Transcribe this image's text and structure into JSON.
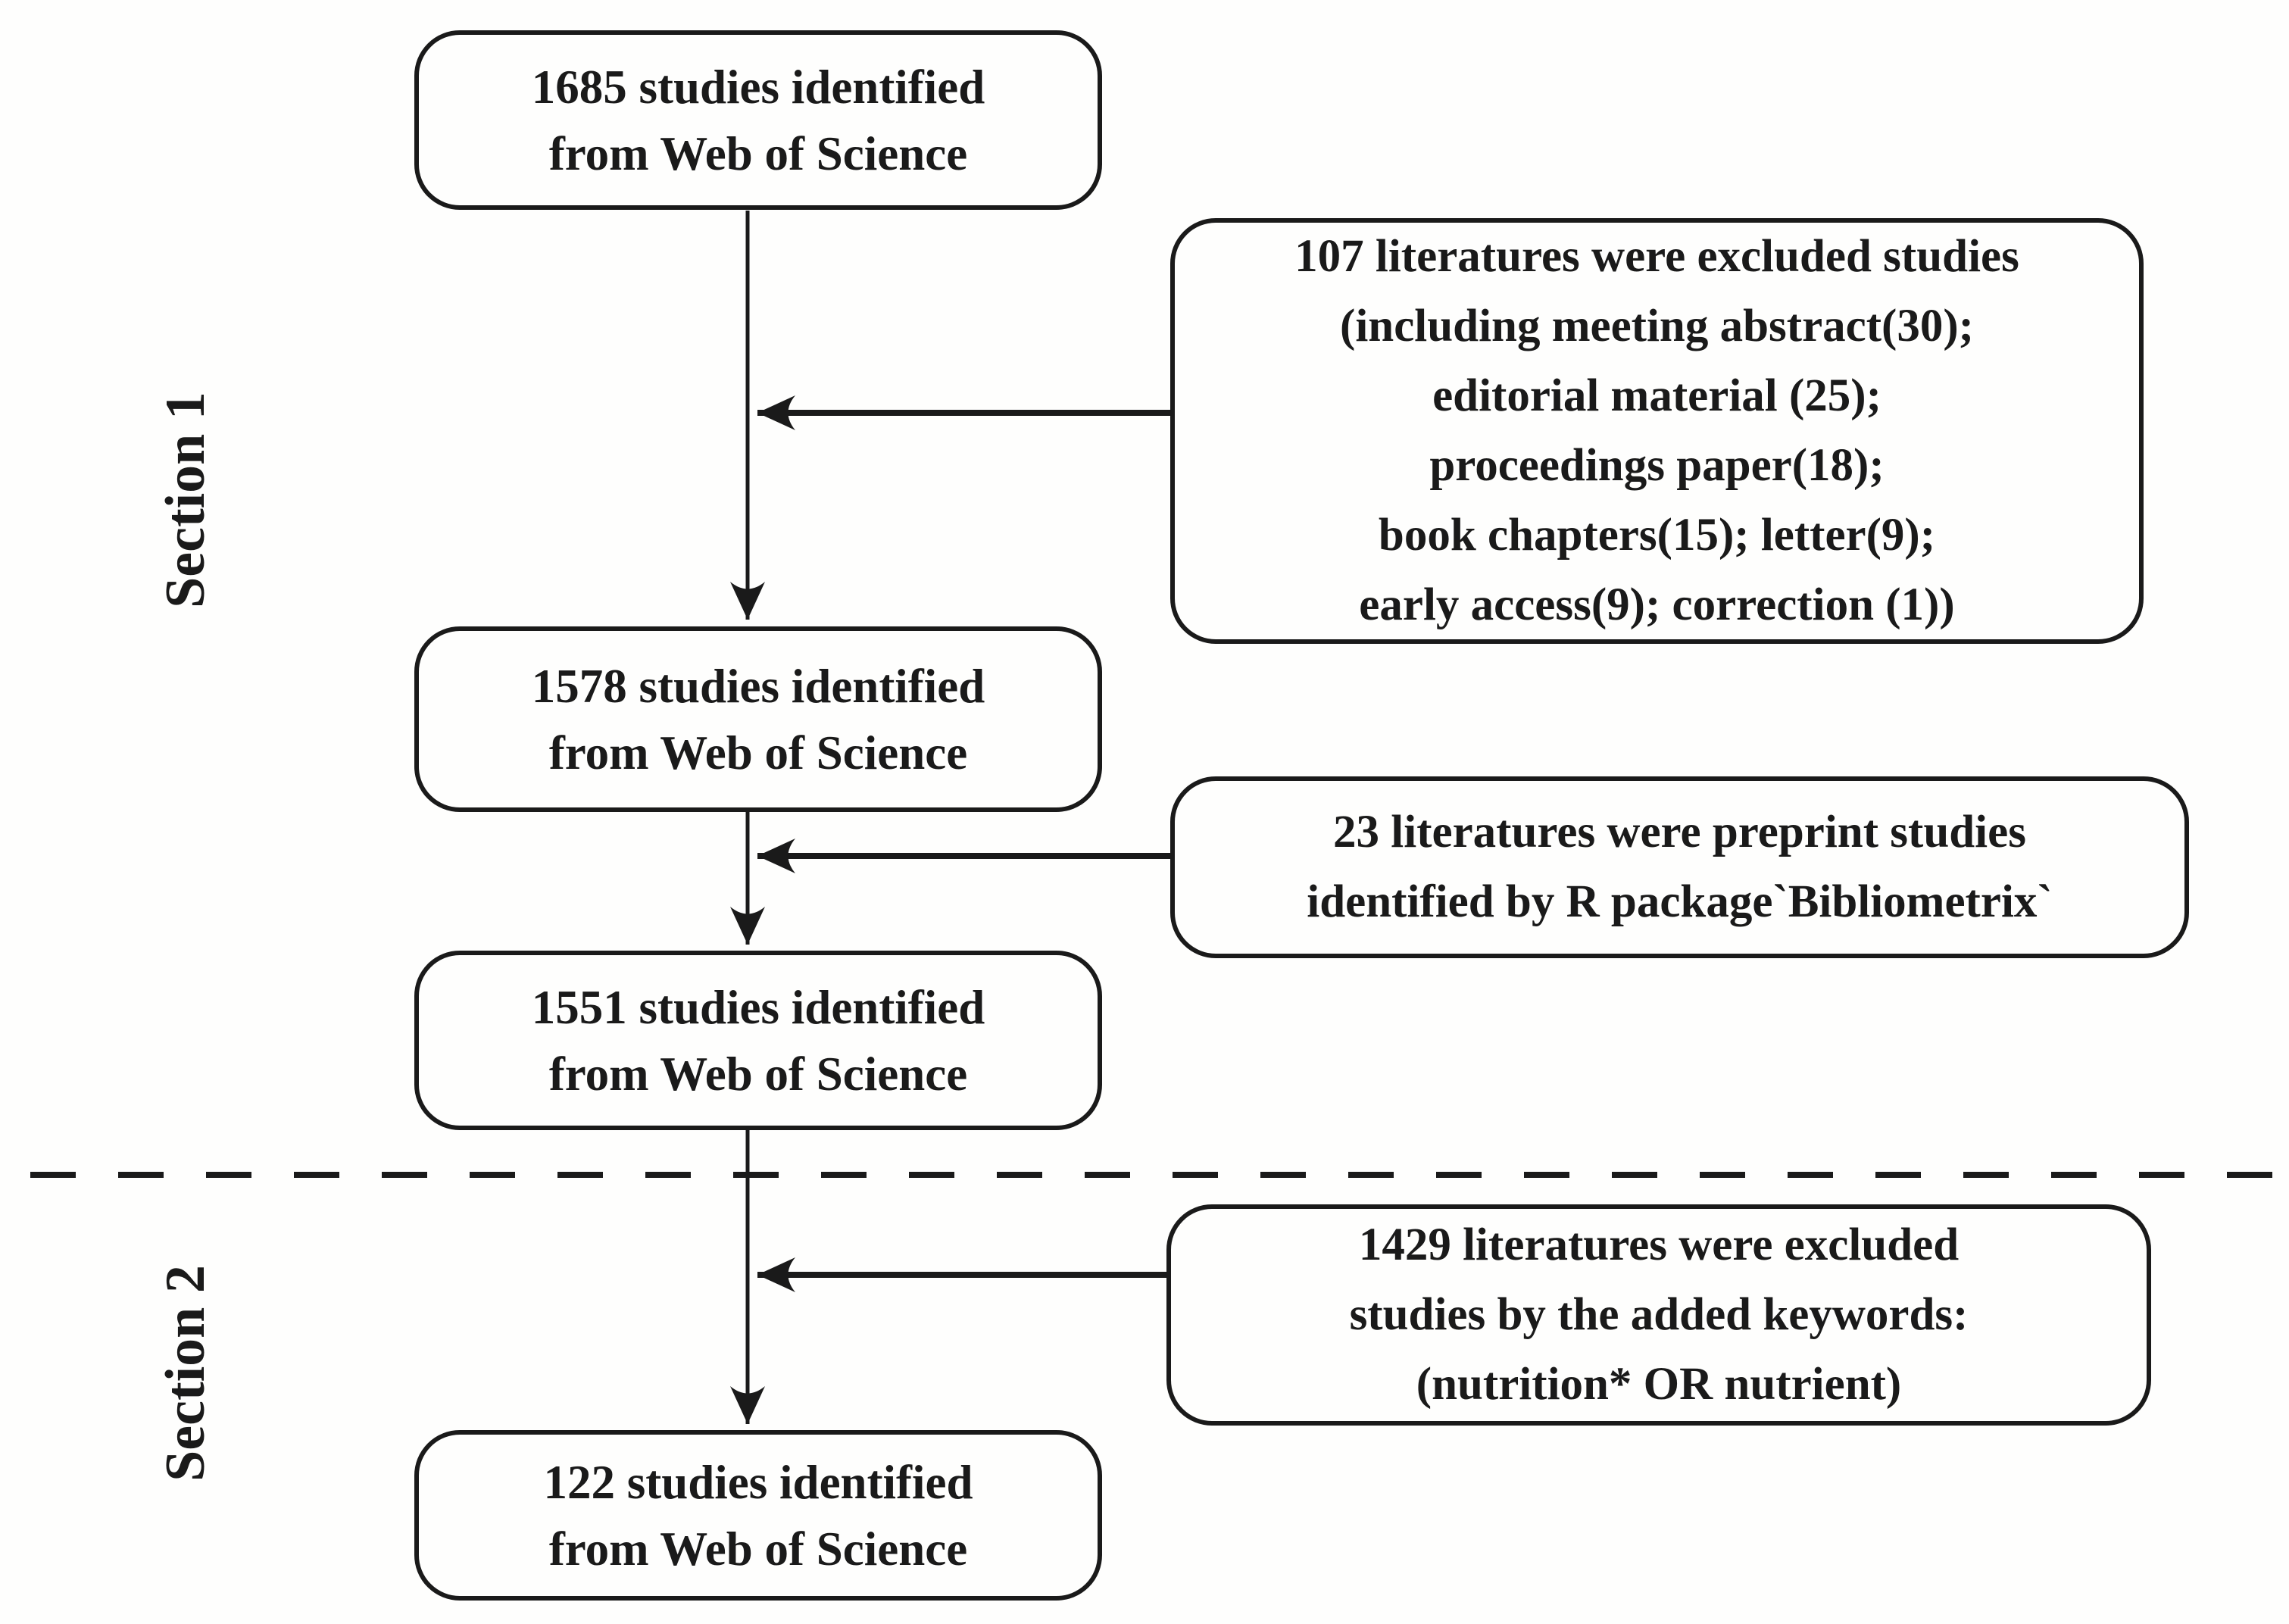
{
  "colors": {
    "ink": "#1a1a1a",
    "background": "#fefefd"
  },
  "sections": {
    "section1": "Section 1",
    "section2": "Section 2"
  },
  "flow_boxes": {
    "identified_1685": {
      "line1": "1685 studies identified",
      "line2": "from Web of Science"
    },
    "identified_1578": {
      "line1": "1578 studies identified",
      "line2": "from Web of Science"
    },
    "identified_1551": {
      "line1": "1551 studies identified",
      "line2": "from Web of Science"
    },
    "identified_122": {
      "line1": "122 studies identified",
      "line2": "from Web of Science"
    }
  },
  "exclusion_boxes": {
    "excluded_107": {
      "line1": "107 literatures were excluded studies",
      "line2": "(including meeting abstract(30);",
      "line3": "editorial material (25);",
      "line4": "proceedings paper(18);",
      "line5": "book chapters(15); letter(9);",
      "line6": "early access(9); correction (1))"
    },
    "preprint_23": {
      "line1": "23 literatures were preprint studies",
      "line2": "identified by R package`Bibliometrix`"
    },
    "excluded_1429": {
      "line1": "1429 literatures were excluded",
      "line2": "studies by the added keywords:",
      "line3": "(nutrition* OR nutrient)"
    }
  }
}
